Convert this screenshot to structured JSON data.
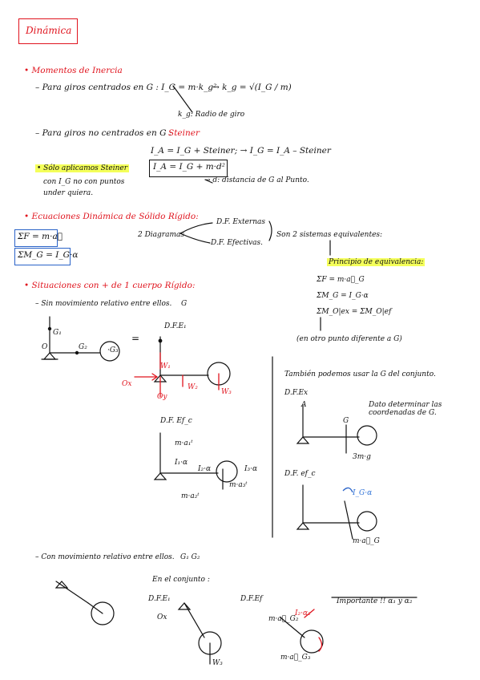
{
  "title": "Dinámica",
  "s1": {
    "heading": "• Momentos de Inercia",
    "line1": "– Para giros centrados en G :  I_G = m·k_g²",
    "line1_res": "→  k_g = √(I_G / m)",
    "kg_note": "k_g: Radio de giro",
    "line2_a": "– Para giros no centrados en G :",
    "line2_b": "Steiner",
    "eq1": "I_A = I_G + Steiner;  →  I_G = I_A – Steiner",
    "eq2": "I_A = I_G + m·d²",
    "d_note": "→ d: distancia de G al Punto.",
    "note_hl": "• Sólo aplicamos Steiner",
    "note2": "con I_G no con puntos",
    "note3": "under quiera."
  },
  "s2": {
    "heading": "• Ecuaciones Dinámica de Sólido Rígido:",
    "eqF": "ΣF = m·a⃗",
    "eqM": "ΣM_G = I_G·α",
    "diagramas": "2 Diagramas",
    "df_ext": "D.F. Externas",
    "df_eff": "D.F. Efectivas.",
    "equiv": "Son 2 sistemas equivalentes:",
    "principio": "Principio de equivalencia:",
    "p1": "ΣF = m·a⃗_G",
    "p2": "ΣM_G = I_G·α",
    "p3": "ΣM_O|ex = ΣM_O|ef",
    "p4": "(en otro punto diferente a G)"
  },
  "s3": {
    "heading": "• Situaciones con + de 1 cuerpo Rígido:",
    "sub1": "– Sin movimiento relativo entre ellos.",
    "sub1_badge": "G",
    "eq_sign": "=",
    "dfe_label": "D.F.E₁",
    "dfef_label": "D.F. Ef_c",
    "labels": {
      "o": "O",
      "g1": "G₁",
      "g2": "G₂",
      "g3": "·G₃",
      "ox": "Ox",
      "oy": "Oy",
      "w1": "W₁",
      "w2": "W₂",
      "w3": "W₃",
      "ma1": "m·a₁ᵗ",
      "ma2": "m·a₂ᵗ",
      "ma3": "m·a₃ᵗ",
      "ig1": "I₁·α",
      "ig2": "I₂·α",
      "ig3": "I₃·α"
    },
    "right_note": "También podemos usar la G del conjunto.",
    "dfex_label": "D.F.Ex",
    "dfef2_label": "D.F. ef_c",
    "a_label": "A",
    "g_label": "G",
    "mg": "3m·g",
    "dato": "Dato determinar las coordenadas de G.",
    "ia": "I_G·α",
    "mag": "m·a⃗_G",
    "sub2": "– Con movimiento relativo entre ellos.",
    "sub2_badge": "G₁ G₂",
    "conjunto": "En el conjunto :",
    "dfe2": "D.F.E₁",
    "dfef3": "D.F.Ef",
    "importante": "Importante !! α₁ y α₂",
    "i2a2": "I₂·α₂",
    "mg2": "m·a⃗_G₂",
    "mg3": "m·a⃗_G₃",
    "w3": "W₃",
    "ox2": "Ox"
  },
  "colors": {
    "red": "#e0141e",
    "blue": "#2a63c8",
    "yellow": "#f4ff5a",
    "ink": "#111111"
  }
}
